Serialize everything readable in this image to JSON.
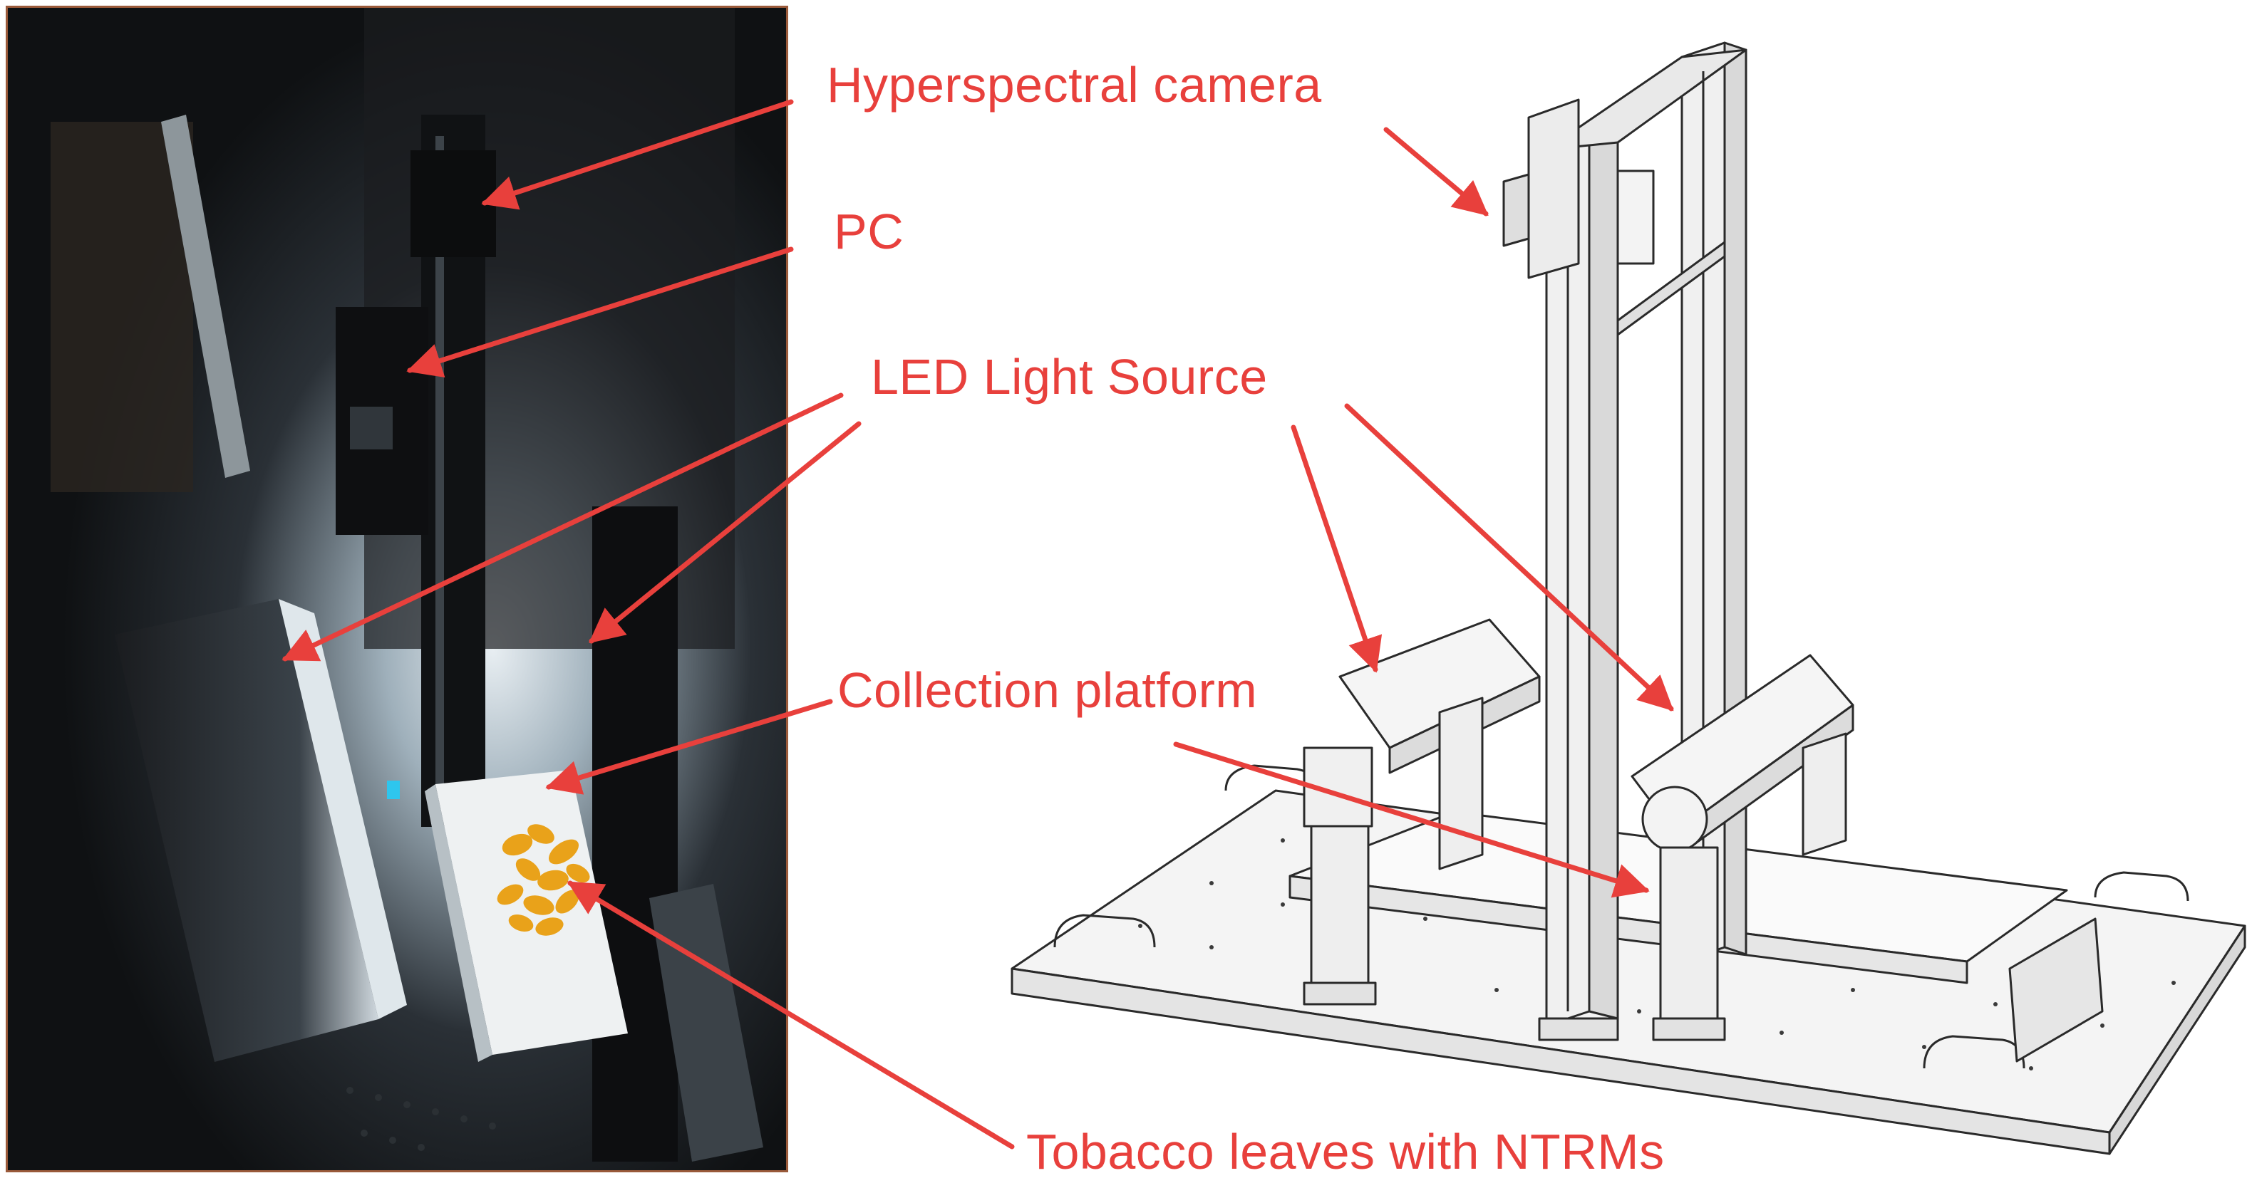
{
  "labels": {
    "camera": "Hyperspectral camera",
    "pc": "PC",
    "led": "LED Light Source",
    "platform": "Collection platform",
    "leaves": "Tobacco leaves with NTRMs"
  },
  "colors": {
    "annotation": "#e8403c",
    "photo_frame": "#9a5a3a",
    "drawing_line": "#2a2a2a"
  }
}
